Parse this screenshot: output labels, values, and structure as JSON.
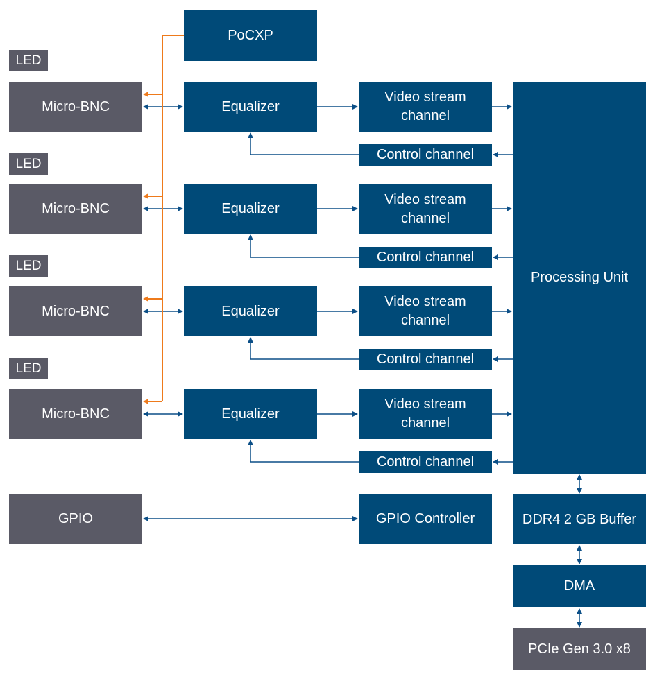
{
  "colors": {
    "block_blue": "#004a78",
    "block_gray": "#5a5a66",
    "wire_blue": "#0b4f87",
    "wire_orange": "#ee7a1b"
  },
  "pocxp": {
    "label": "PoCXP"
  },
  "channels": [
    {
      "led": "LED",
      "connector": "Micro-BNC",
      "equalizer": "Equalizer",
      "video_stream": "Video stream\nchannel",
      "control": "Control channel"
    },
    {
      "led": "LED",
      "connector": "Micro-BNC",
      "equalizer": "Equalizer",
      "video_stream": "Video stream\nchannel",
      "control": "Control channel"
    },
    {
      "led": "LED",
      "connector": "Micro-BNC",
      "equalizer": "Equalizer",
      "video_stream": "Video stream\nchannel",
      "control": "Control channel"
    },
    {
      "led": "LED",
      "connector": "Micro-BNC",
      "equalizer": "Equalizer",
      "video_stream": "Video stream\nchannel",
      "control": "Control channel"
    }
  ],
  "processing_unit": {
    "label": "Processing Unit"
  },
  "gpio": {
    "label": "GPIO"
  },
  "gpio_controller": {
    "label": "GPIO Controller"
  },
  "ddr4_buffer": {
    "label": "DDR4 2 GB Buffer"
  },
  "dma": {
    "label": "DMA"
  },
  "pcie": {
    "label": "PCIe Gen 3.0 x8"
  }
}
